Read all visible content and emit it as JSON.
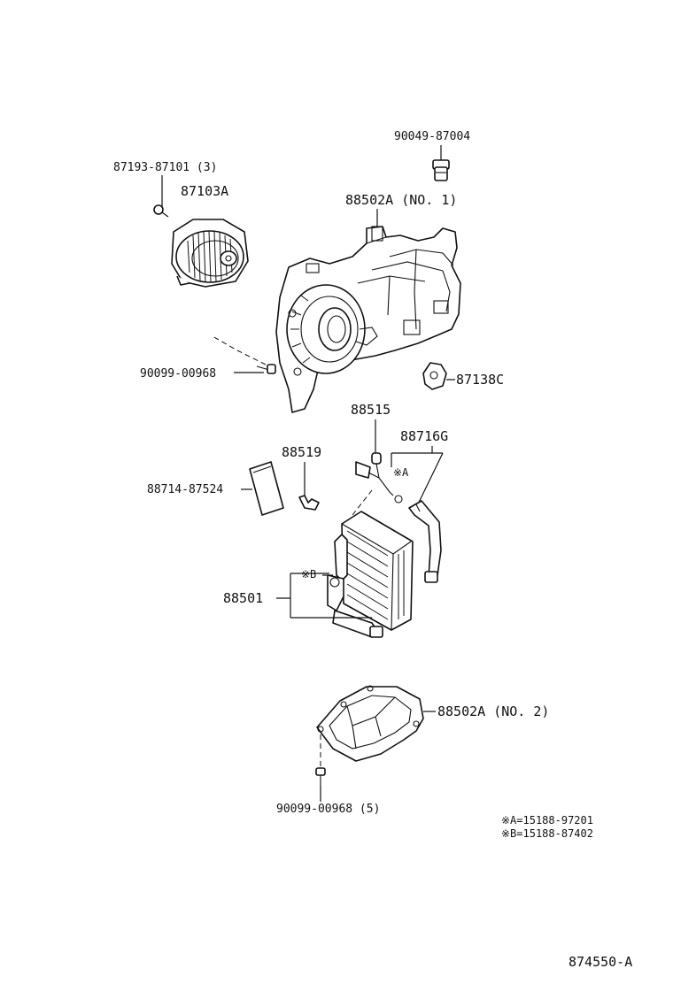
{
  "labels": {
    "p_90049_87004": "90049-87004",
    "p_87193_87101": "87193-87101 (3)",
    "p_87103A": "87103A",
    "p_88502A_no1": "88502A (NO. 1)",
    "p_90099_00968": "90099-00968",
    "p_87138C": "87138C",
    "p_88515": "88515",
    "p_88716G": "88716G",
    "p_88519": "88519",
    "p_88714_87524": "88714-87524",
    "mark_A": "※A",
    "mark_B": "※B",
    "p_88501": "88501",
    "p_88502A_no2": "88502A (NO. 2)",
    "p_90099_00968_5": "90099-00968 (5)",
    "note_A": "※A=15188-97201",
    "note_B": "※B=15188-87402",
    "drawing_number": "874550-A"
  },
  "colors": {
    "line": "#111111",
    "background": "#ffffff"
  }
}
